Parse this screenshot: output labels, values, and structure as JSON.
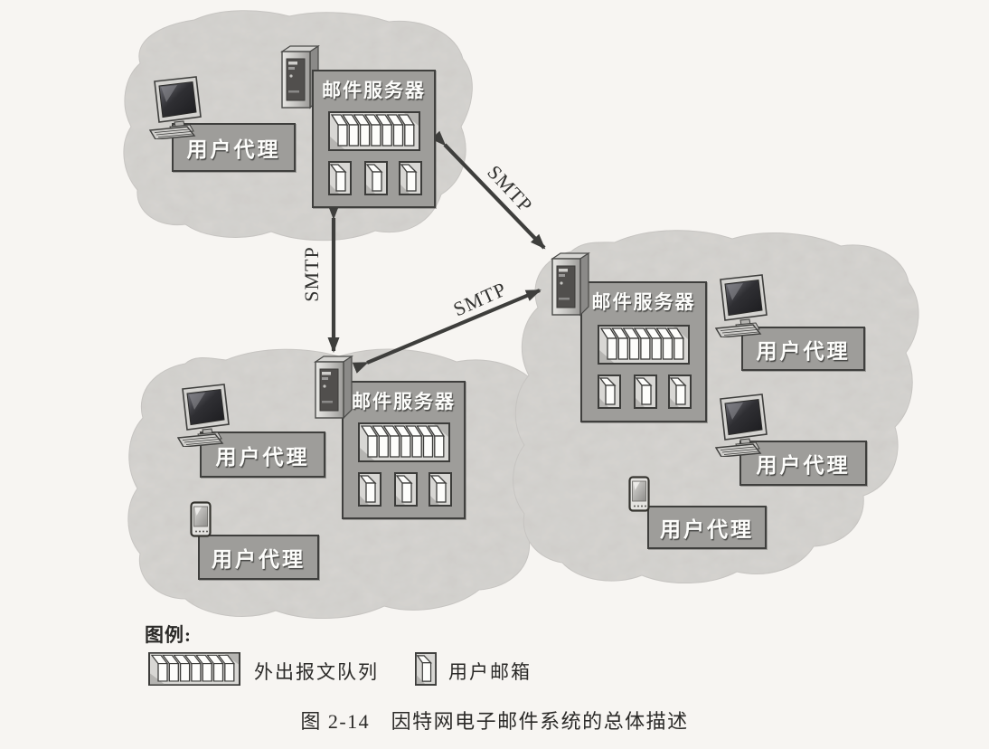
{
  "caption": "图 2-14　因特网电子邮件系统的总体描述",
  "legend": {
    "title": "图例:",
    "items": [
      {
        "icon": "outgoing-queue-icon",
        "label": "外出报文队列"
      },
      {
        "icon": "user-mailbox-icon",
        "label": "用户邮箱"
      }
    ]
  },
  "diagram": {
    "clouds": [
      {
        "id": "top-left",
        "mail_server": {
          "label": "邮件服务器",
          "queue_count": 1,
          "mailbox_count": 3
        },
        "user_agents": [
          {
            "device": "desktop",
            "label": "用户代理"
          }
        ]
      },
      {
        "id": "bottom-left",
        "mail_server": {
          "label": "邮件服务器",
          "queue_count": 1,
          "mailbox_count": 3
        },
        "user_agents": [
          {
            "device": "desktop",
            "label": "用户代理"
          },
          {
            "device": "smartphone",
            "label": "用户代理"
          }
        ]
      },
      {
        "id": "right",
        "mail_server": {
          "label": "邮件服务器",
          "queue_count": 1,
          "mailbox_count": 3
        },
        "user_agents": [
          {
            "device": "desktop",
            "label": "用户代理"
          },
          {
            "device": "desktop",
            "label": "用户代理"
          },
          {
            "device": "smartphone",
            "label": "用户代理"
          }
        ]
      }
    ],
    "connections": [
      {
        "from": "top-left",
        "to": "bottom-left",
        "label": "SMTP",
        "style": "double-arrow"
      },
      {
        "from": "top-left",
        "to": "right",
        "label": "SMTP",
        "style": "double-arrow"
      },
      {
        "from": "bottom-left",
        "to": "right",
        "label": "SMTP",
        "style": "double-arrow"
      }
    ]
  },
  "colors": {
    "page_bg": "#f7f5f2",
    "cloud": "#d7d5d2",
    "box_fill": "#9e9d9a",
    "box_border": "#3f3f3d",
    "box_text": "#fdfdfb",
    "arrow": "#3e3e3c",
    "icon_page": "#fdfdfb",
    "ink": "#2b2a28"
  }
}
